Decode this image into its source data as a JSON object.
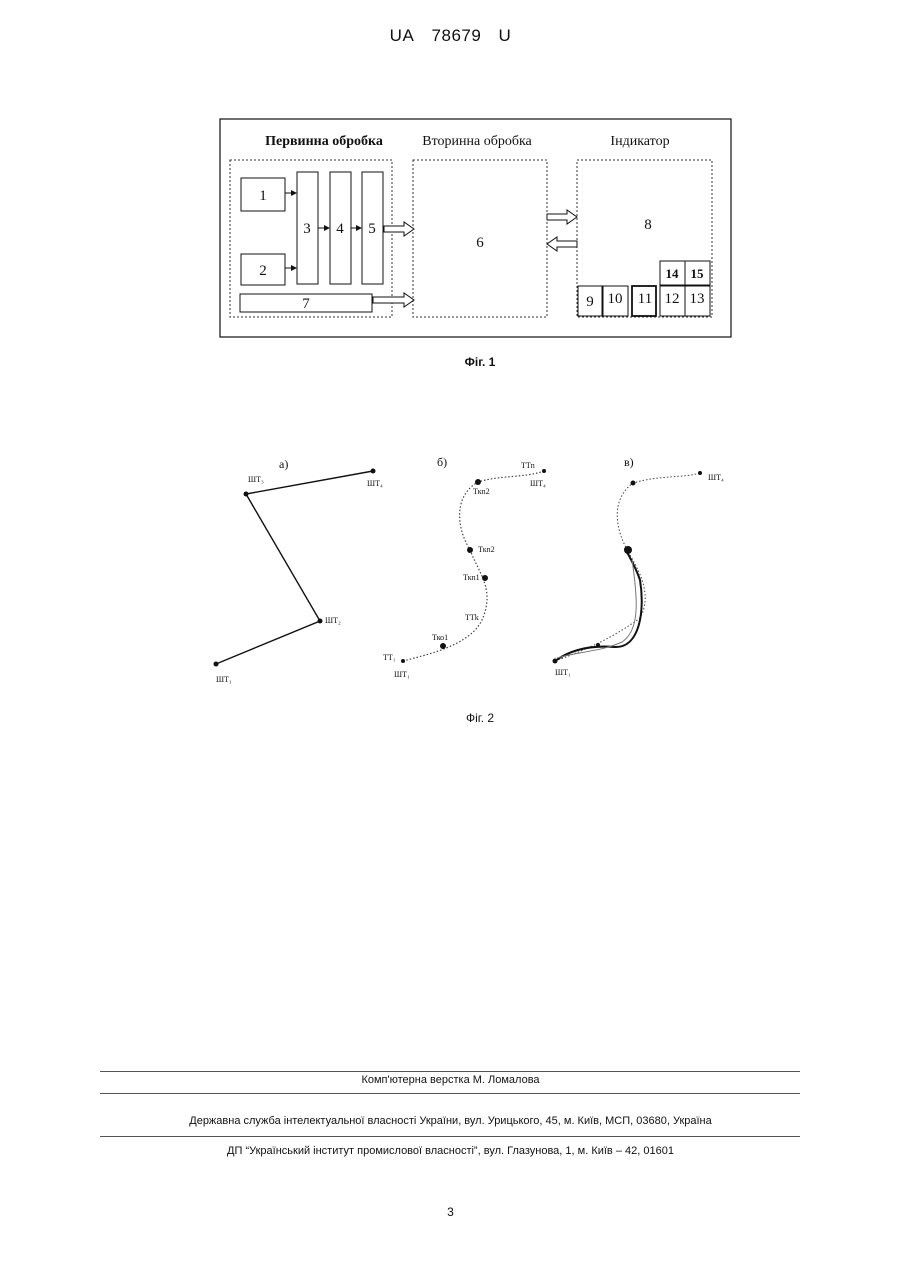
{
  "header": {
    "country": "UA",
    "number": "78679",
    "kind": "U"
  },
  "fig1": {
    "caption": "Фіг. 1",
    "sections": {
      "primary": "Первинна обробка",
      "secondary": "Вторинна обробка",
      "indicator": "Індикатор"
    },
    "blocks": {
      "b1": "1",
      "b2": "2",
      "b3": "3",
      "b4": "4",
      "b5": "5",
      "b6": "6",
      "b7": "7",
      "b8": "8",
      "b9": "9",
      "b10": "10",
      "b11": "11",
      "b12": "12",
      "b13": "13",
      "b14": "14",
      "b15": "15"
    }
  },
  "fig2": {
    "caption": "Фіг. 2",
    "panel_a": {
      "label": "а)",
      "shT1": "ШТ₁",
      "shT2": "ШТ₂",
      "shT3": "ШТ₃",
      "shT4": "ШТ₄"
    },
    "panel_b": {
      "label": "б)",
      "tt1": "ТТ₁",
      "shT1": "ШТ₁",
      "tko1": "Тко1",
      "ttk": "ТТk",
      "tkn1": "Ткn1",
      "tkn2": "Ткn2",
      "tkm2": "Ткn2",
      "ttn": "ТТn",
      "shT4": "ШТ₄"
    },
    "panel_c": {
      "label": "в)",
      "shT1": "ШТ₁",
      "shT4": "ШТ₄"
    }
  },
  "footer": {
    "layout": "Комп'ютерна верстка М. Ломалова",
    "service": "Державна служба інтелектуальної власності України, вул. Урицького, 45, м. Київ, МСП, 03680, Україна",
    "institute": "ДП “Український інститут промислової власності”, вул. Глазунова, 1, м. Київ – 42, 01601"
  },
  "page_number": "3"
}
